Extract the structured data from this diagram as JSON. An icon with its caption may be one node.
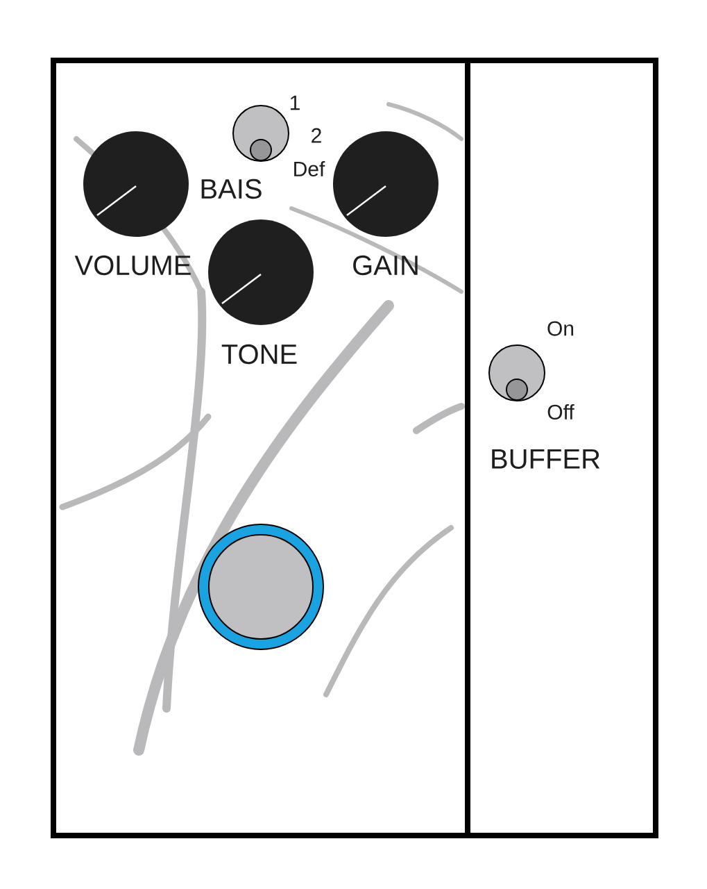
{
  "diagram": {
    "labels": [
      "1",
      "2",
      "Def",
      "BAIS",
      "VOLUME",
      "GAIN",
      "TONE",
      "On",
      "Off",
      "BUFFER"
    ]
  }
}
